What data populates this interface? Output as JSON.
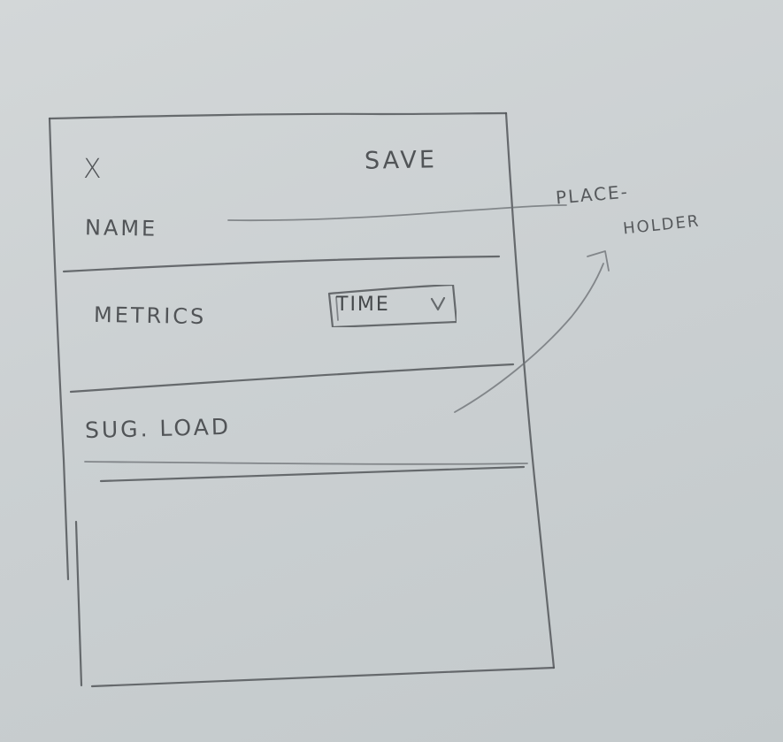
{
  "header": {
    "close_label": "X",
    "save_label": "SAVE"
  },
  "fields": {
    "name_label": "NAME",
    "name_value": "",
    "metrics_label": "METRICS",
    "metrics_selected": "TIME",
    "sug_load_label": "SUG. LOAD"
  },
  "annotation": {
    "line1": "PLACE-",
    "line2": "HOLDER"
  },
  "colors": {
    "paper": "#cbd0d2",
    "pencil": "#53575a"
  },
  "icons": {
    "close": "close-icon",
    "dropdown": "chevron-down-icon",
    "annotation_arrow": "arrow-icon"
  }
}
